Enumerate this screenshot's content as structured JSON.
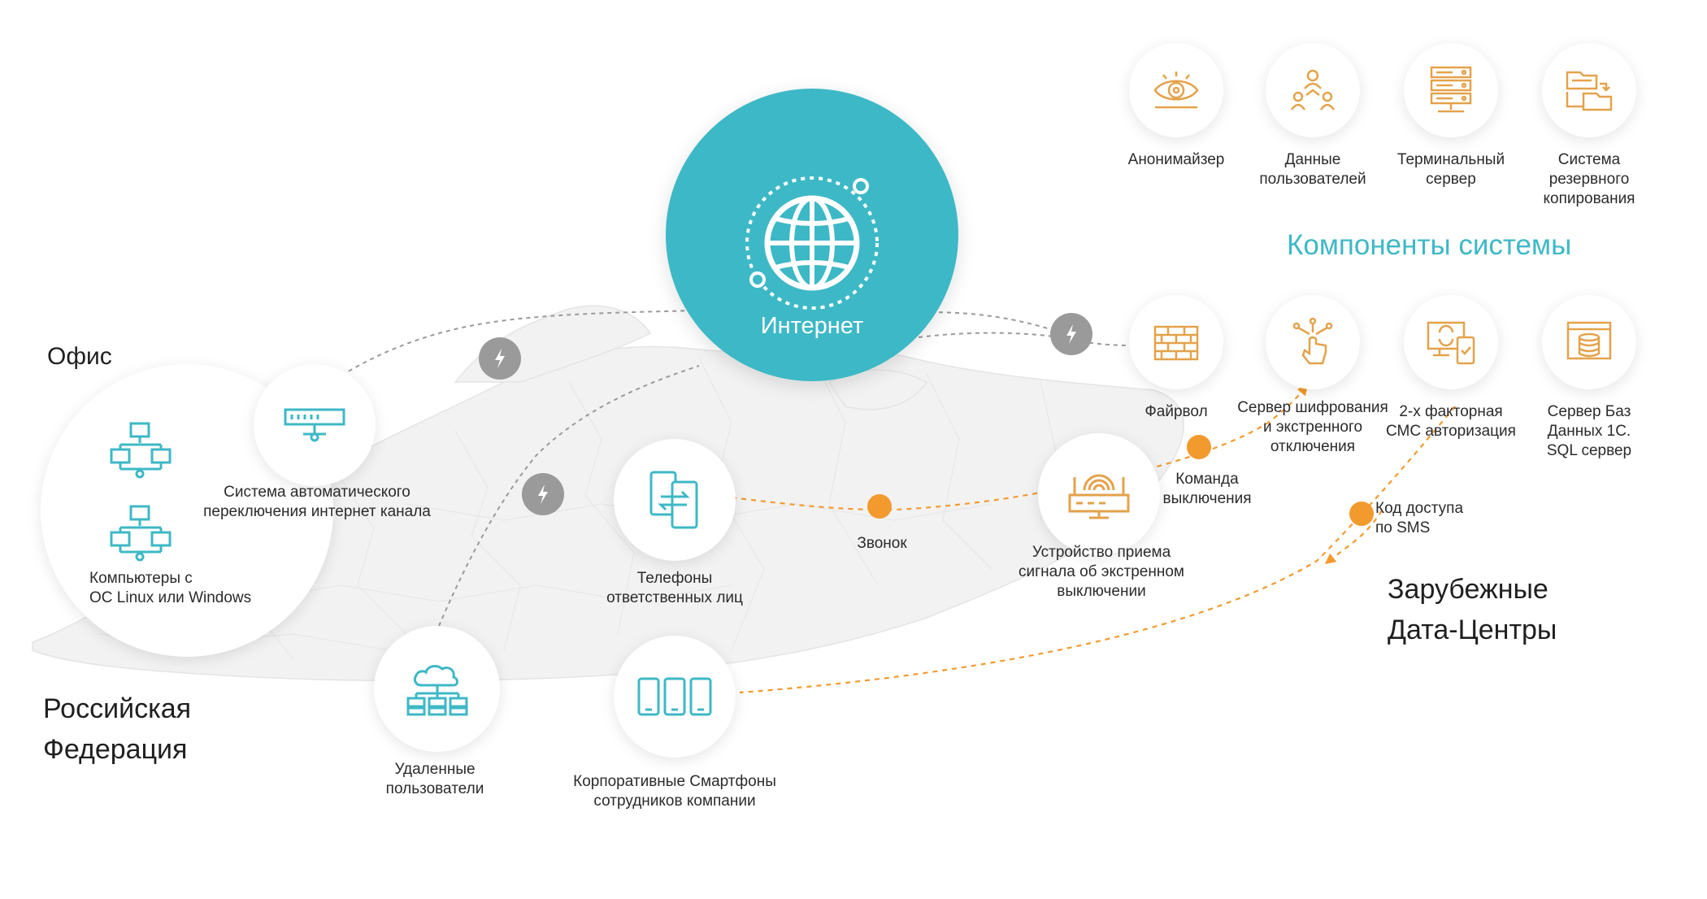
{
  "colors": {
    "accent_teal": "#3db8c6",
    "accent_orange": "#f39a2e",
    "connector_gray": "#9a9a9a",
    "icon_teal": "#3eb8c6",
    "icon_orange": "#e4a24a"
  },
  "internet": {
    "label": "Интернет",
    "icon": "globe-icon"
  },
  "regions": {
    "office": "Офис",
    "russia": "Российская\nФедерация",
    "abroad": "Зарубежные\nДата-Центры",
    "components_title": "Компоненты системы"
  },
  "nodes": {
    "switcher": {
      "label": "Система автоматического\nпереключения интернет канала",
      "icon": "router-icon"
    },
    "computers": {
      "label": "Компьютеры с\nOC Linux или Windows",
      "icon": "network-computers-icon"
    },
    "phones": {
      "label": "Телефоны\nответственных лиц",
      "icon": "phone-sync-icon"
    },
    "remote": {
      "label": "Удаленные\nпользователи",
      "icon": "cloud-network-icon"
    },
    "smartphones": {
      "label": "Корпоративные Смартфоны\nсотрудников компании",
      "icon": "smartphones-icon"
    },
    "receiver": {
      "label": "Устройство приема\nсигнала об экстренном\nвыключении",
      "icon": "wifi-router-icon"
    }
  },
  "components": [
    {
      "label": "Анонимайзер",
      "icon": "eye-icon"
    },
    {
      "label": "Данные\nпользователей",
      "icon": "users-icon"
    },
    {
      "label": "Терминальный\nсервер",
      "icon": "server-rack-icon"
    },
    {
      "label": "Система\nрезервного\nкопирования",
      "icon": "backup-folders-icon"
    },
    {
      "label": "Файрвол",
      "icon": "firewall-icon"
    },
    {
      "label": "Сервер шифрования\nи экстренного\nотключения",
      "icon": "touch-network-icon"
    },
    {
      "label": "2-х факторная\nСМС авторизация",
      "icon": "two-factor-icon"
    },
    {
      "label": "Сервер Баз\nДанных 1С.\nSQL сервер",
      "icon": "database-icon"
    }
  ],
  "flow_labels": {
    "call": "Звонок",
    "shutdown": "Команда\nвыключения",
    "sms_code": "Код доступа\nпо SMS"
  }
}
